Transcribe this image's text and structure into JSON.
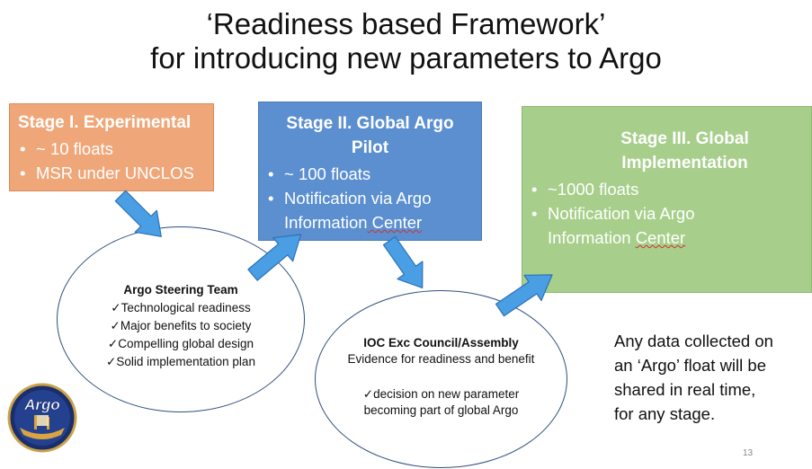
{
  "title": {
    "line1": "‘Readiness based Framework’",
    "line2": "for introducing new parameters to Argo"
  },
  "stages": {
    "stage1": {
      "title": "Stage I. Experimental",
      "bullets": [
        "~ 10 floats",
        "MSR under UNCLOS"
      ],
      "color": "#efa77a"
    },
    "stage2": {
      "title_line1": "Stage II. Global Argo",
      "title_line2": "Pilot",
      "bullets": [
        "~ 100 floats",
        "Notification via Argo"
      ],
      "bullet2_cont_a": "Information",
      "bullet2_cont_b": " Center",
      "color": "#5b8fd0"
    },
    "stage3": {
      "title_line1": "Stage III. Global",
      "title_line2": "Implementation",
      "bullets": [
        "~1000 floats",
        "Notification via Argo"
      ],
      "bullet2_cont_a": "Information ",
      "bullet2_cont_b": "Center",
      "color": "#a7cf8b"
    }
  },
  "steering_team": {
    "heading": "Argo Steering Team",
    "items": [
      "Technological readiness",
      "Major benefits to society",
      "Compelling global design",
      "Solid implementation plan"
    ],
    "check": "✓"
  },
  "ioc": {
    "heading": "IOC  Exc Council/Assembly",
    "line2": "Evidence for readiness and benefit",
    "line3": "decision on new parameter",
    "line4": "becoming part of global Argo",
    "check": "✓"
  },
  "note": {
    "lines": [
      "Any data collected on",
      "an ‘Argo’ float will be",
      "shared in real time,",
      "for any stage."
    ]
  },
  "logo": {
    "text": "Argo"
  },
  "page_number": "13",
  "colors": {
    "arrow": "#4a9ee3",
    "arrow_stroke": "#2e72b8",
    "ellipse_stroke": "#2f4f7f"
  }
}
